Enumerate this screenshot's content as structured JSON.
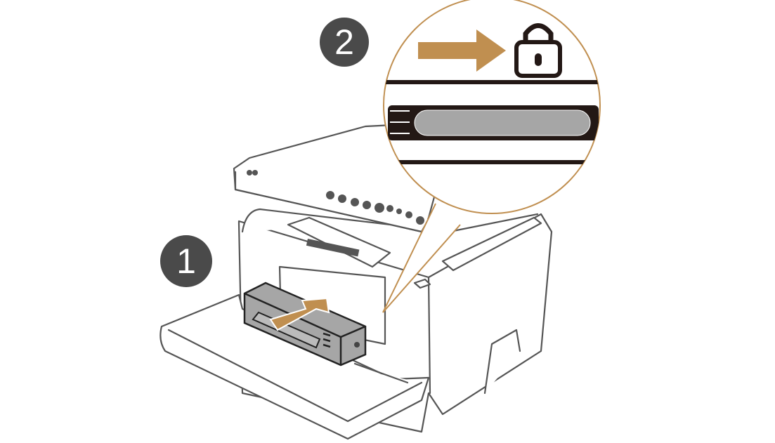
{
  "steps": [
    {
      "number": "1",
      "description_icon": "insert-cartridge-arrow"
    },
    {
      "number": "2",
      "description_icon": "slide-to-lock-arrow"
    }
  ],
  "colors": {
    "accent": "#c08f50",
    "badge": "#4a4a4a",
    "outline": "#555555",
    "cartridge": "#a6a6a6"
  }
}
